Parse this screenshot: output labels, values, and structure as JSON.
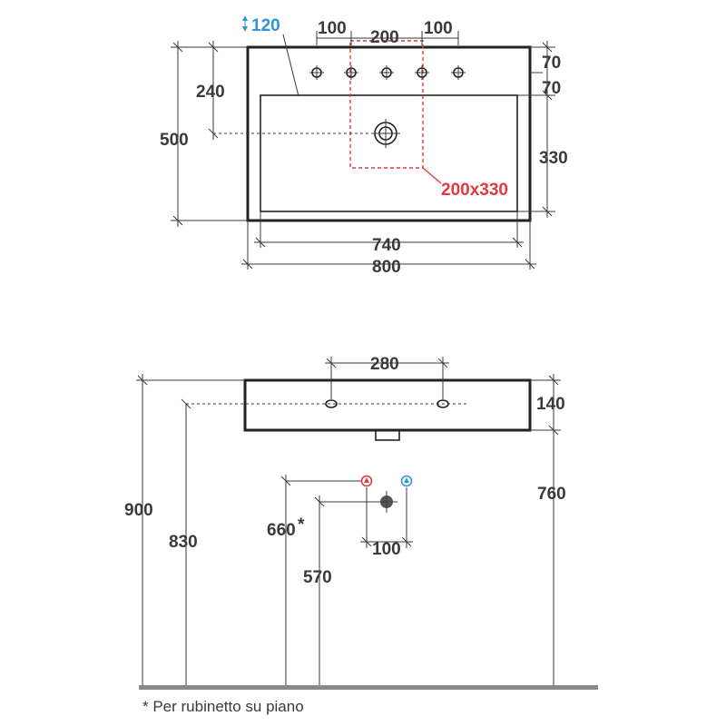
{
  "top_view": {
    "depth_label": "120",
    "dim_hole_spacing_left": "100",
    "dim_hole_spacing_mid": "200",
    "dim_hole_spacing_right": "100",
    "dim_top_70a": "70",
    "dim_top_70b": "70",
    "dim_240": "240",
    "dim_500": "500",
    "dim_330": "330",
    "dim_box_red": "200x330",
    "dim_740": "740",
    "dim_800": "800"
  },
  "front_view": {
    "dim_280": "280",
    "dim_140": "140",
    "dim_900": "900",
    "dim_830": "830",
    "dim_660": "660",
    "dim_660_mark": "*",
    "dim_570": "570",
    "dim_760": "760",
    "dim_100": "100"
  },
  "footnote": "* Per rubinetto su piano",
  "colors": {
    "red": "#e0393e",
    "blue": "#2b95d6",
    "line": "#222222",
    "floor": "#8a8a8a"
  }
}
